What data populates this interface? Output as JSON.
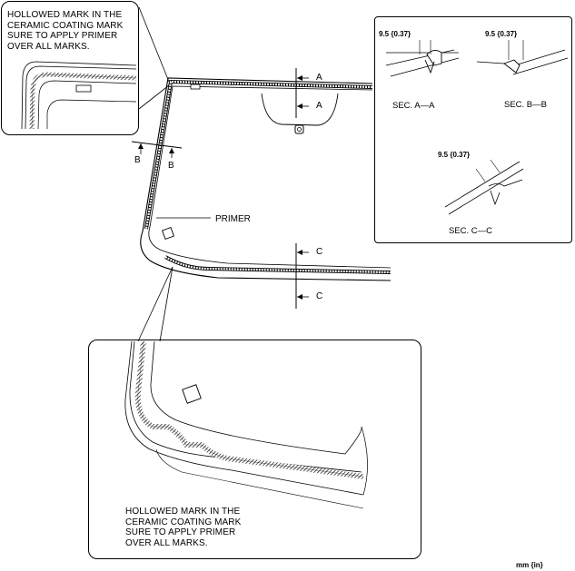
{
  "notes": {
    "detail_top": "HOLLOWED MARK IN THE\nCERAMIC COATING MARK\nSURE TO APPLY PRIMER\nOVER ALL MARKS.",
    "detail_bottom": "HOLLOWED MARK IN THE\nCERAMIC COATING MARK\nSURE TO APPLY PRIMER\nOVER ALL MARKS."
  },
  "callouts": {
    "primer": "PRIMER",
    "section_a": "A",
    "section_b": "B",
    "section_c": "C"
  },
  "sections": {
    "a": {
      "title": "SEC. A—A",
      "dimension": "9.5 {0.37}"
    },
    "b": {
      "title": "SEC. B—B",
      "dimension": "9.5 {0.37}"
    },
    "c": {
      "title": "SEC. C—C",
      "dimension": "9.5 {0.37}"
    }
  },
  "units": "mm {in}"
}
